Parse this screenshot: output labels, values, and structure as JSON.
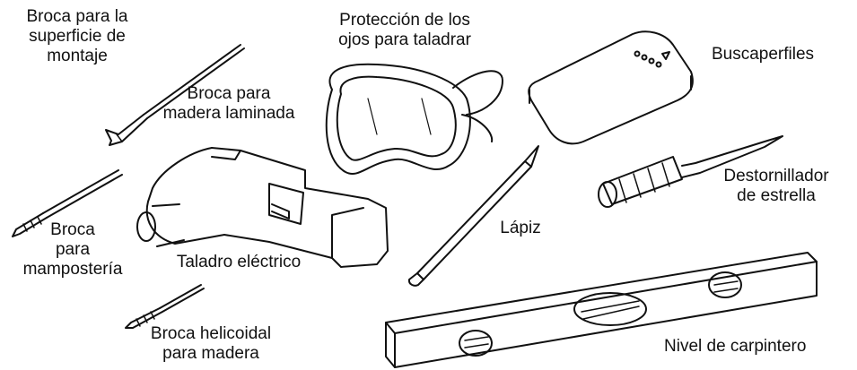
{
  "labels": {
    "broca_superficie": "Broca para la\nsuperficie de\nmontaje",
    "broca_madera_laminada": "Broca para\nmadera laminada",
    "proteccion_ojos": "Protección de los\nojos para taladrar",
    "buscaperfiles": "Buscaperfiles",
    "destornillador": "Destornillador\nde estrella",
    "broca_mamposteria": "Broca\npara\nmampostería",
    "taladro": "Taladro eléctrico",
    "lapiz": "Lápiz",
    "broca_helicoidal": "Broca helicoidal\npara madera",
    "nivel": "Nivel de carpintero"
  }
}
